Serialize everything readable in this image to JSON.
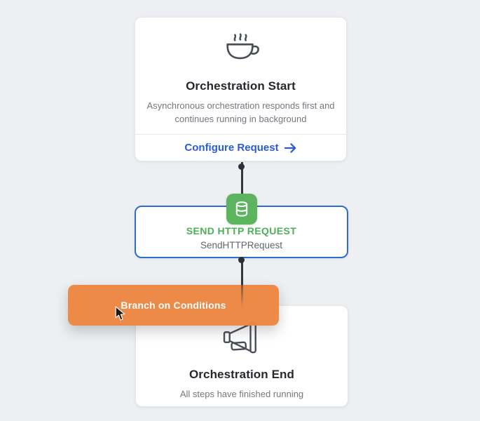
{
  "canvas": {
    "background": "#edeff2"
  },
  "colors": {
    "accent_blue": "#2a5bd7",
    "node_border_blue": "#2e6bd0",
    "accent_green": "#4db058",
    "icon_green_bg": "#5cb55e",
    "drag_orange": "#ec8540",
    "connector_dark": "#33373b",
    "title_dark": "#25282d",
    "subtitle_gray": "#72787f"
  },
  "icons": {
    "start": "coffee-cup-icon",
    "http": "database-icon",
    "end": "megaphone-icon",
    "action": "arrow-right-icon",
    "pointer": "mouse-cursor"
  },
  "start_node": {
    "title": "Orchestration Start",
    "description": "Asynchronous orchestration responds first and continues running in background",
    "action_label": "Configure Request"
  },
  "http_node": {
    "type_label": "SEND HTTP REQUEST",
    "name": "SendHTTPRequest"
  },
  "drag_item": {
    "label": "Branch on Conditions"
  },
  "end_node": {
    "title": "Orchestration End",
    "description": "All steps have finished running"
  }
}
